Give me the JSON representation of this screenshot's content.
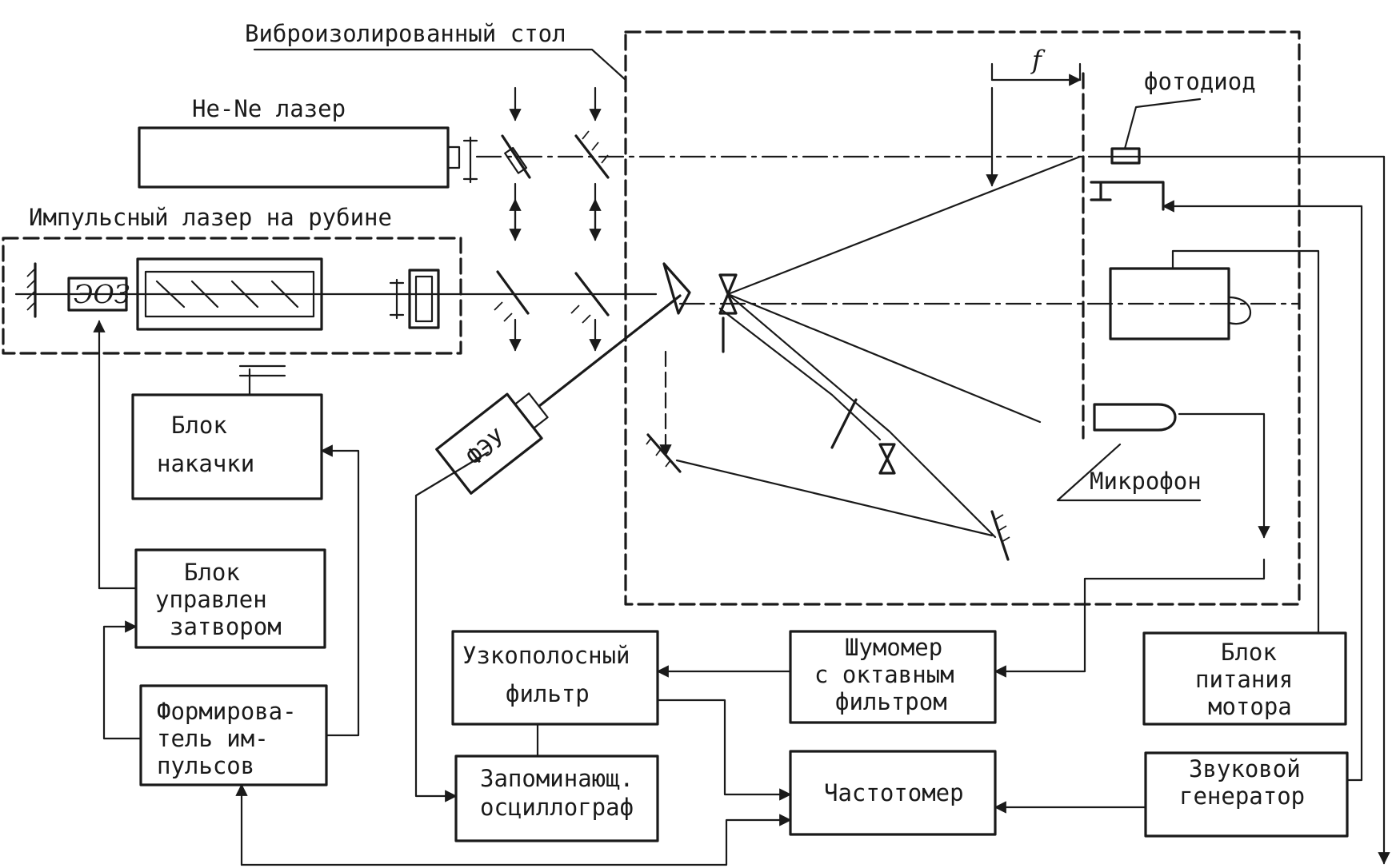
{
  "labels": {
    "table": "Виброизолированный стол",
    "hene_laser": "He-Ne  лазер",
    "ruby_laser": "Импульсный лазер на рубине",
    "eoz": "ЭОЗ",
    "focal": "f",
    "photodiode": "фотодиод",
    "feu": "ФЭУ",
    "microphone": "Микрофон"
  },
  "blocks": {
    "pump": [
      "Блок",
      "накачки"
    ],
    "shutter": [
      "Блок",
      "управлен",
      "затвором"
    ],
    "pulse_former": [
      "Формирова-",
      "тель им-",
      "пульсов"
    ],
    "filter": [
      "Узкополосный",
      "фильтр"
    ],
    "noise_meter": [
      "Шумомер",
      "с октавным",
      "фильтром"
    ],
    "motor_power": [
      "Блок",
      "питания",
      "мотора"
    ],
    "oscillograph": [
      "Запоминающ.",
      "осциллограф"
    ],
    "freq_meter": [
      "Частотомер"
    ],
    "sound_gen": [
      "Звуковой",
      "генератор"
    ]
  }
}
